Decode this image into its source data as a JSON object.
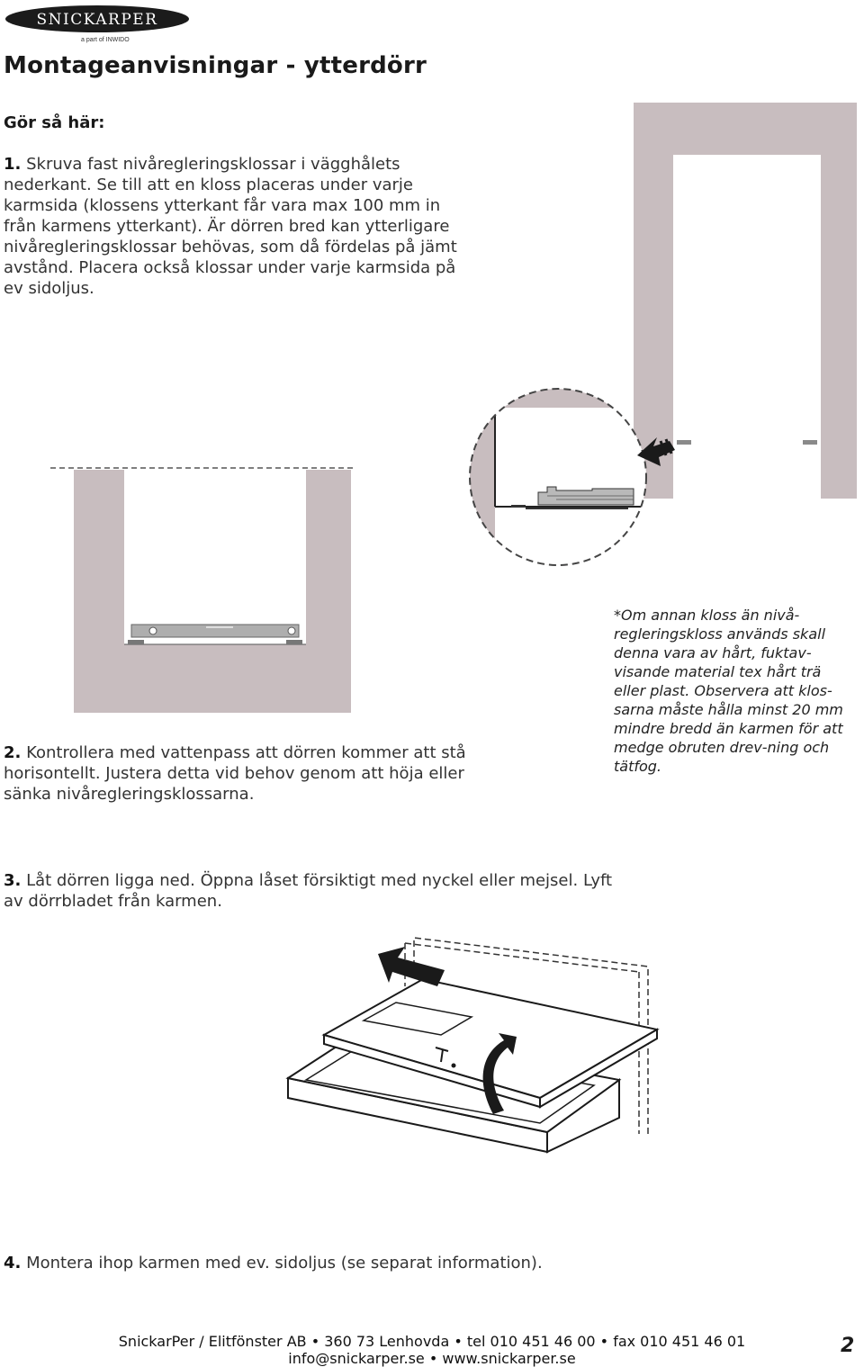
{
  "brand": {
    "logo_text": "SNICKARPER",
    "tagline": "a part of INWIDO"
  },
  "title": "Montageanvisningar - ytterdörr",
  "subheading": "Gör så här:",
  "steps": [
    {
      "num": "1.",
      "text": " Skruva fast nivåregleringsklossar i vägghålets nederkant. Se till att en kloss placeras under varje karmsida (klossens ytterkant får vara max 100 mm in från karmens ytterkant). Är dörren bred kan ytterligare nivåregleringsklossar behövas, som då fördelas på jämt avstånd. Placera också klossar under varje karmsida på ev sidoljus."
    },
    {
      "num": "2.",
      "text": " Kontrollera med vattenpass att dörren kommer att stå horisontellt. Justera detta vid behov genom att höja eller sänka nivåregleringsklossarna."
    },
    {
      "num": "3.",
      "text": " Låt dörren ligga ned. Öppna låset försiktigt med nyckel eller mejsel. Lyft av dörrbladet från karmen."
    },
    {
      "num": "4.",
      "text": " Montera ihop karmen med ev. sidoljus (se separat information)."
    }
  ],
  "note": "*Om annan kloss än nivå-regleringskloss används skall denna vara av hårt, fuktav-visande material tex hårt trä eller plast. Observera att klos-sarna måste hålla minst 20 mm mindre bredd än karmen för att medge obruten drev-ning och tätfog.",
  "footer": {
    "line1": "SnickarPer / Elitfönster AB • 360 73 Lenhovda • tel 010 451 46 00 • fax 010 451 46 01",
    "line2": "info@snickarper.se • www.snickarper.se"
  },
  "page_number": "2",
  "colors": {
    "wall": "#c8bdbf",
    "ink": "#1a1a1a",
    "level": "#aeaeae"
  }
}
